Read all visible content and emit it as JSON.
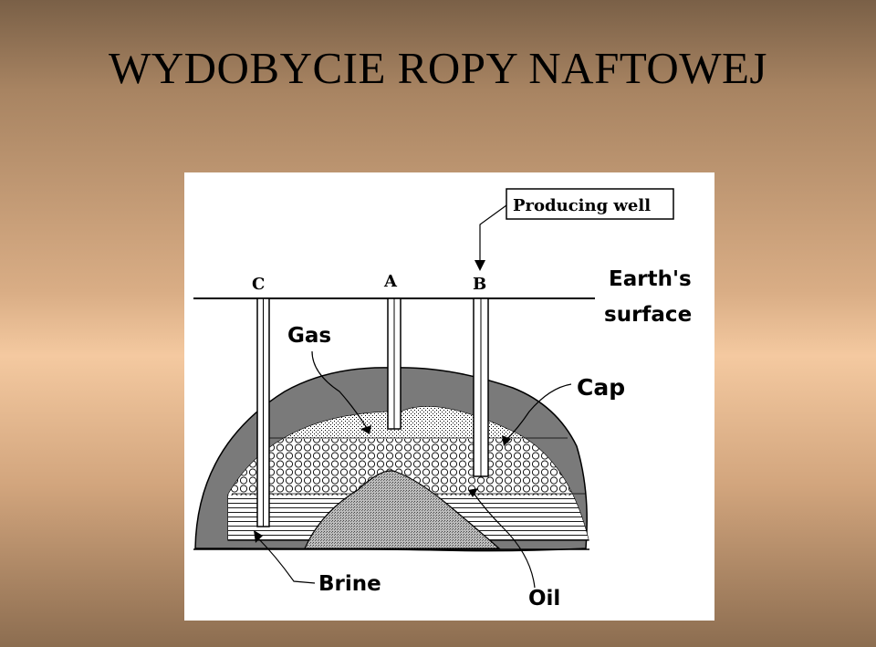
{
  "slide": {
    "title": "WYDOBYCIE ROPY NAFTOWEJ"
  },
  "diagram": {
    "callout_box": "Producing well",
    "wells": {
      "c": "C",
      "a": "A",
      "b": "B"
    },
    "labels": {
      "earths": "Earth's",
      "surface": "surface",
      "gas": "Gas",
      "cap": "Cap",
      "brine": "Brine",
      "oil": "Oil"
    }
  }
}
